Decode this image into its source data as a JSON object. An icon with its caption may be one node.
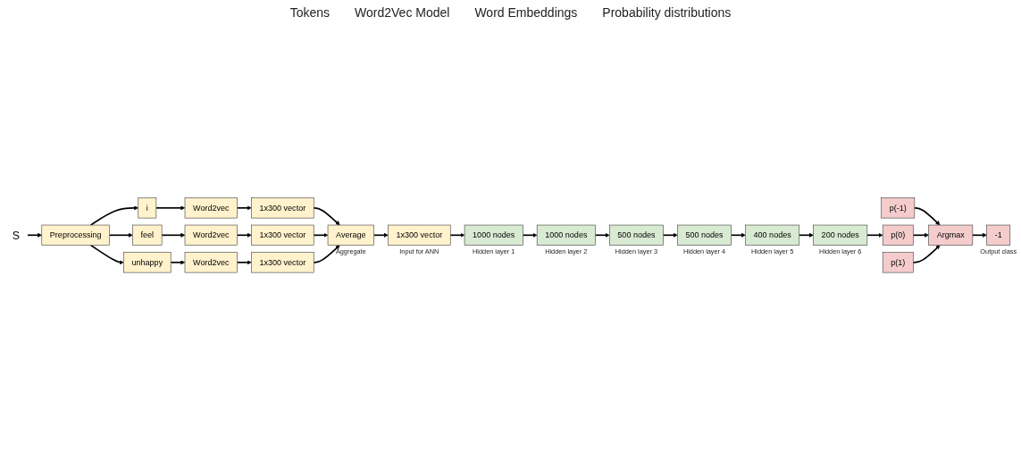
{
  "diagram": {
    "nodes": [
      {
        "text": [
          "S"
        ]
      },
      {
        "text": [
          "Preprocessing"
        ]
      },
      {
        "text": [
          "i"
        ]
      },
      {
        "text": [
          "feel"
        ]
      },
      {
        "text": [
          "unhappy"
        ]
      },
      {
        "text": [
          "Word2vec"
        ]
      },
      {
        "text": [
          "Word2vec"
        ]
      },
      {
        "text": [
          "Word2vec"
        ]
      },
      {
        "text": [
          "1x300 vector"
        ]
      },
      {
        "text": [
          "1x300 vector"
        ]
      },
      {
        "text": [
          "1x300 vector"
        ]
      },
      {
        "text": [
          "Average"
        ],
        "beside": [
          "Aggregate"
        ]
      },
      {
        "text": [
          "1x300 vector"
        ],
        "beside": [
          "Input for ANN"
        ]
      },
      {
        "text": [
          "1000 nodes"
        ],
        "beside": [
          "Hidden layer 1"
        ]
      },
      {
        "text": [
          "1000 nodes"
        ],
        "beside": [
          "Hidden layer 2"
        ]
      },
      {
        "text": [
          "500 nodes"
        ],
        "beside": [
          "Hidden layer 3"
        ]
      },
      {
        "text": [
          "500 nodes"
        ],
        "beside": [
          "Hidden layer 4"
        ]
      },
      {
        "text": [
          "400 nodes"
        ],
        "beside": [
          "Hidden layer 5"
        ]
      },
      {
        "text": [
          "200 nodes"
        ],
        "beside": [
          "Hidden layer 6"
        ]
      },
      {
        "text": [
          "p(-1)"
        ]
      },
      {
        "text": [
          "p(0)"
        ]
      },
      {
        "text": [
          "p(1)"
        ]
      },
      {
        "text": [
          "Argmax"
        ]
      },
      {
        "text": [
          "-1"
        ],
        "beside": [
          "Output class"
        ]
      }
    ],
    "edges": [
      {
        "from": 0,
        "to": 1,
        "arrow": "to"
      },
      {
        "from": 1,
        "to": 2,
        "arrow": "to"
      },
      {
        "from": 1,
        "to": 3,
        "arrow": "to"
      },
      {
        "from": 1,
        "to": 4,
        "arrow": "to"
      },
      {
        "from": 2,
        "to": 5,
        "arrow": "to"
      },
      {
        "from": 3,
        "to": 6,
        "arrow": "to"
      },
      {
        "from": 4,
        "to": 7,
        "arrow": "to"
      },
      {
        "from": 5,
        "to": 8,
        "arrow": "to"
      },
      {
        "from": 6,
        "to": 9,
        "arrow": "to"
      },
      {
        "from": 7,
        "to": 10,
        "arrow": "to"
      },
      {
        "from": 8,
        "to": 11,
        "arrow": "to"
      },
      {
        "from": 9,
        "to": 11,
        "arrow": "to"
      },
      {
        "from": 10,
        "to": 11,
        "arrow": "to"
      },
      {
        "from": 11,
        "to": 12,
        "arrow": "to"
      },
      {
        "from": 12,
        "to": 13,
        "arrow": "to"
      },
      {
        "from": 13,
        "to": 14,
        "arrow": "to"
      },
      {
        "from": 14,
        "to": 15,
        "arrow": "to"
      },
      {
        "from": 15,
        "to": 16,
        "arrow": "to"
      },
      {
        "from": 16,
        "to": 17,
        "arrow": "to"
      },
      {
        "from": 17,
        "to": 18,
        "arrow": "to"
      },
      {
        "from": 18,
        "to": 20,
        "arrow": "to"
      },
      {
        "from": 19,
        "to": 22,
        "arrow": "to"
      },
      {
        "from": 20,
        "to": 22,
        "arrow": "to"
      },
      {
        "from": 21,
        "to": 22,
        "arrow": "to"
      },
      {
        "from": 22,
        "to": 23,
        "arrow": "to"
      }
    ],
    "labels": [
      "Tokens",
      "Word2Vec Model",
      "Word Embeddings",
      "Probability distributions"
    ]
  }
}
